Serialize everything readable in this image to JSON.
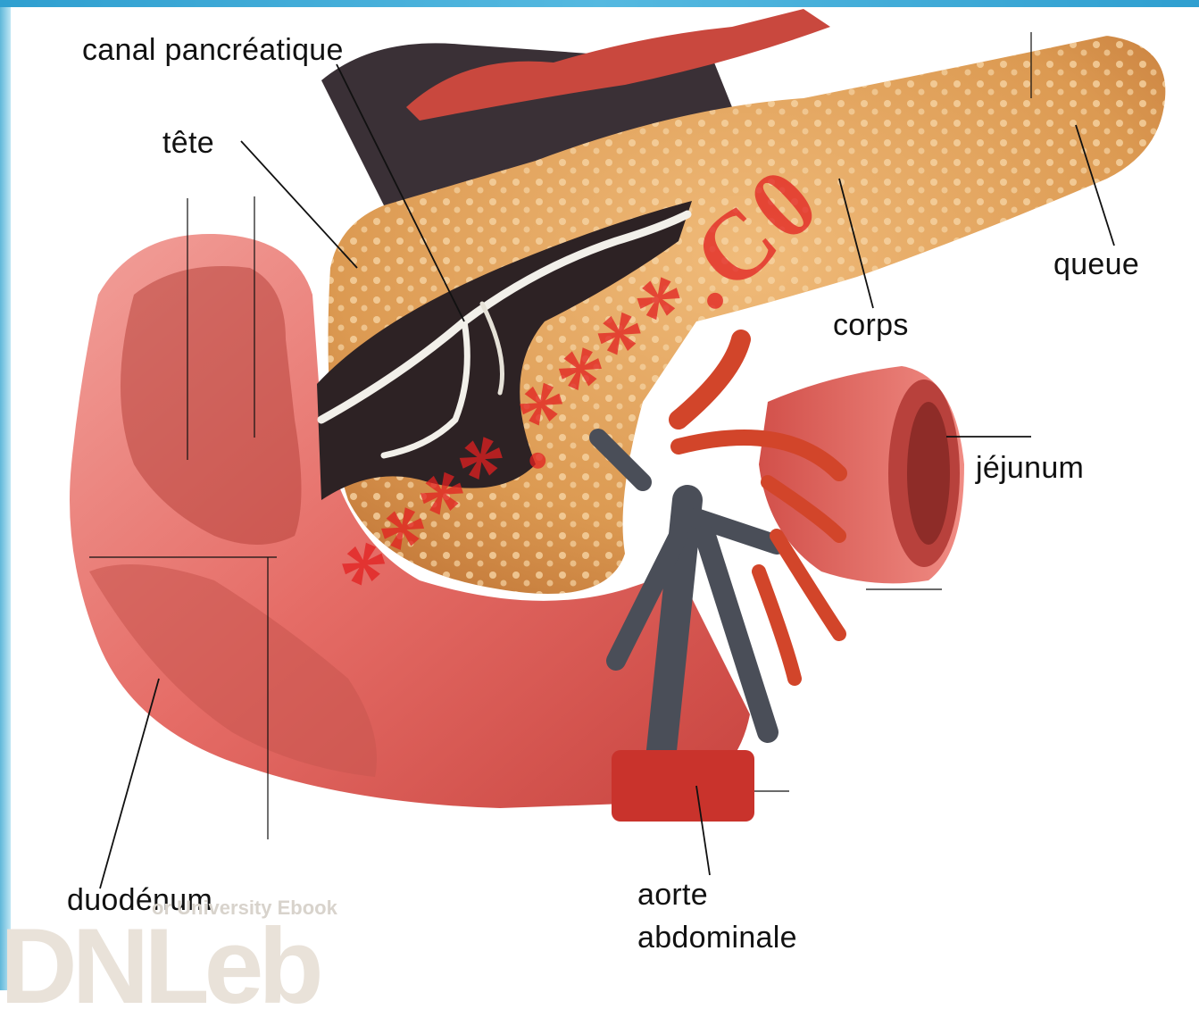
{
  "labels": {
    "canal": "canal pancréatique",
    "tete": "tête",
    "queue": "queue",
    "corps": "corps",
    "jejunum": "jéjunum",
    "duodenum": "duodénum",
    "aorte_line1": "aorte",
    "aorte_line2": "abdominale"
  },
  "watermark": "****.****.C0",
  "logo": {
    "text": "DNLeb",
    "subtext": "or University Ebook"
  },
  "colors": {
    "pancreas": "#e3a25a",
    "duodenum": "#e9716a",
    "artery": "#d2452a",
    "vein": "#4a4e58",
    "duct": "#f2f0ea",
    "watermark": "#e22020",
    "frame": "#4fb3da"
  }
}
